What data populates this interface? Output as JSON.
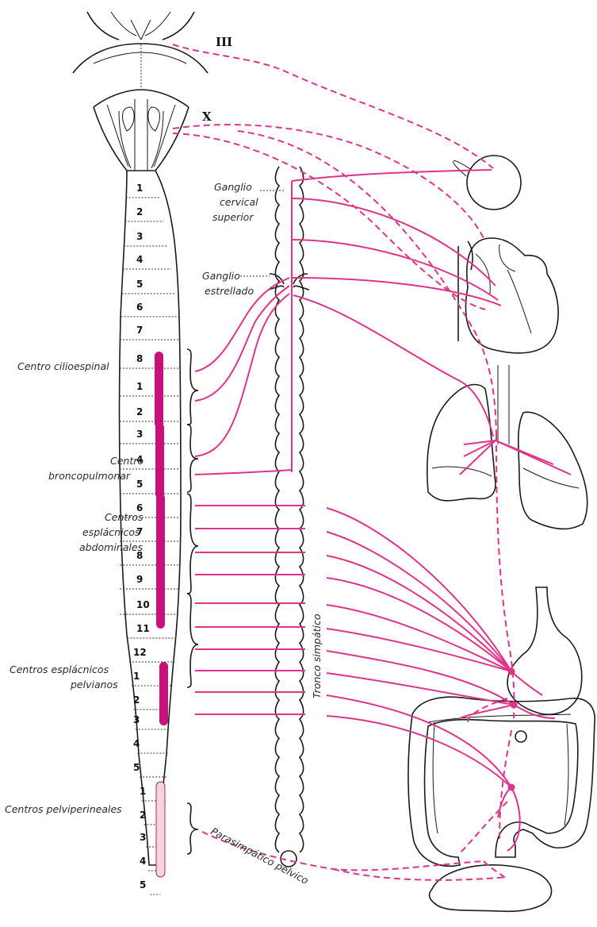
{
  "cranial_nerves": [
    "III",
    "X"
  ],
  "segments": [
    "1",
    "2",
    "3",
    "4",
    "5",
    "6",
    "7",
    "8",
    "1",
    "2",
    "3",
    "4",
    "5",
    "6",
    "7",
    "8",
    "9",
    "10",
    "11",
    "12",
    "1",
    "2",
    "3",
    "4",
    "5",
    "1",
    "2",
    "3",
    "4",
    "5"
  ],
  "labels": {
    "ganglio_cervical": [
      "Ganglio",
      "cervical",
      "superior"
    ],
    "ganglio_estrellado": [
      "Ganglio",
      "estrellado"
    ],
    "centro_cilioespinal": "Centro cilioespinal",
    "centro_broncopulmonar": [
      "Centro",
      "broncopulmonar"
    ],
    "centros_esplacnicos_abdominales": [
      "Centros",
      "esplácnicos",
      "abdominales"
    ],
    "centros_esplacnicos_pelvianos": [
      "Centros esplácnicos",
      "pelvianos"
    ],
    "centros_pelviperineales": "Centros pelviperineales",
    "tronco_simpatico": "Tronco simpático",
    "parasimpatico_pelvico": "Parasimpático pélvico"
  },
  "colors": {
    "sympathetic": "#e0338a",
    "centers": "#c8117a",
    "ink": "#1a1a1a"
  }
}
